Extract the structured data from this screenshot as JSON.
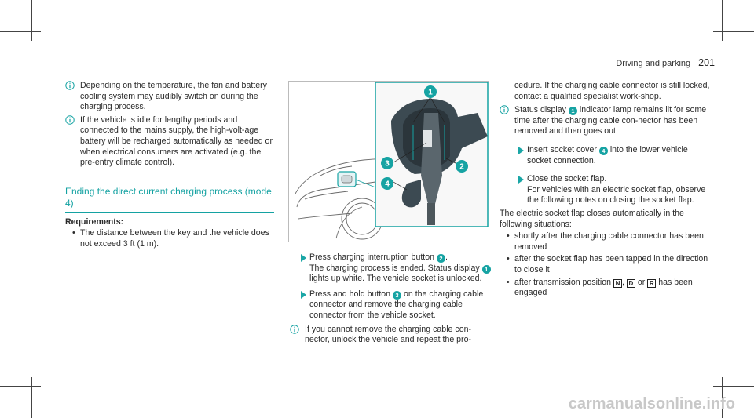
{
  "header": {
    "section": "Driving and parking",
    "page_number": "201"
  },
  "col1": {
    "note1": "Depending on the temperature, the fan and battery cooling system may audibly switch on during the charging process.",
    "note2": "If the vehicle is idle for lengthy periods and connected to the mains supply, the high-volt-age battery will be recharged automatically as needed or when electrical consumers are activated (e.g. the pre-entry climate control).",
    "heading": "Ending the direct current charging process (mode 4)",
    "requirements_label": "Requirements:",
    "requirement1": "The distance between the key and the vehicle does not exceed 3 ft (1 m)."
  },
  "figure": {
    "callouts": [
      "1",
      "2",
      "3",
      "4"
    ]
  },
  "col2": {
    "step1_a": "Press charging interruption button",
    "step1_num": "2",
    "step1_b": ".",
    "step1_c": "The charging process is ended. Status display",
    "step1_num2": "1",
    "step1_d": "lights up white. The vehicle socket is unlocked.",
    "step2_a": "Press and hold button",
    "step2_num": "3",
    "step2_b": "on the charging cable connector and remove the charging cable connector from the vehicle socket.",
    "note3": "If you cannot remove the charging cable con-nector, unlock the vehicle and repeat the pro-"
  },
  "col3": {
    "cont": "cedure. If the charging cable connector is still locked, contact a qualified specialist work-shop.",
    "note4_a": "Status display",
    "note4_num": "1",
    "note4_b": "indicator lamp remains lit for some time after the charging cable con-nector has been removed and then goes out.",
    "step3_a": "Insert socket cover",
    "step3_num": "4",
    "step3_b": "into the lower vehicle socket connection.",
    "step4_a": "Close the socket flap.",
    "step4_b": "For vehicles with an electric socket flap, observe the following notes on closing the socket flap.",
    "p1": "The electric socket flap closes automatically in the following situations:",
    "bullet1": "shortly after the charging cable connector has been removed",
    "bullet2": "after the socket flap has been tapped in the direction to close it",
    "bullet3_a": "after transmission position",
    "gear_n": "N",
    "sep1": ",",
    "gear_d": "D",
    "sep2": "or",
    "gear_r": "R",
    "bullet3_b": "has been engaged"
  },
  "watermark": "carmanualsonline.info"
}
